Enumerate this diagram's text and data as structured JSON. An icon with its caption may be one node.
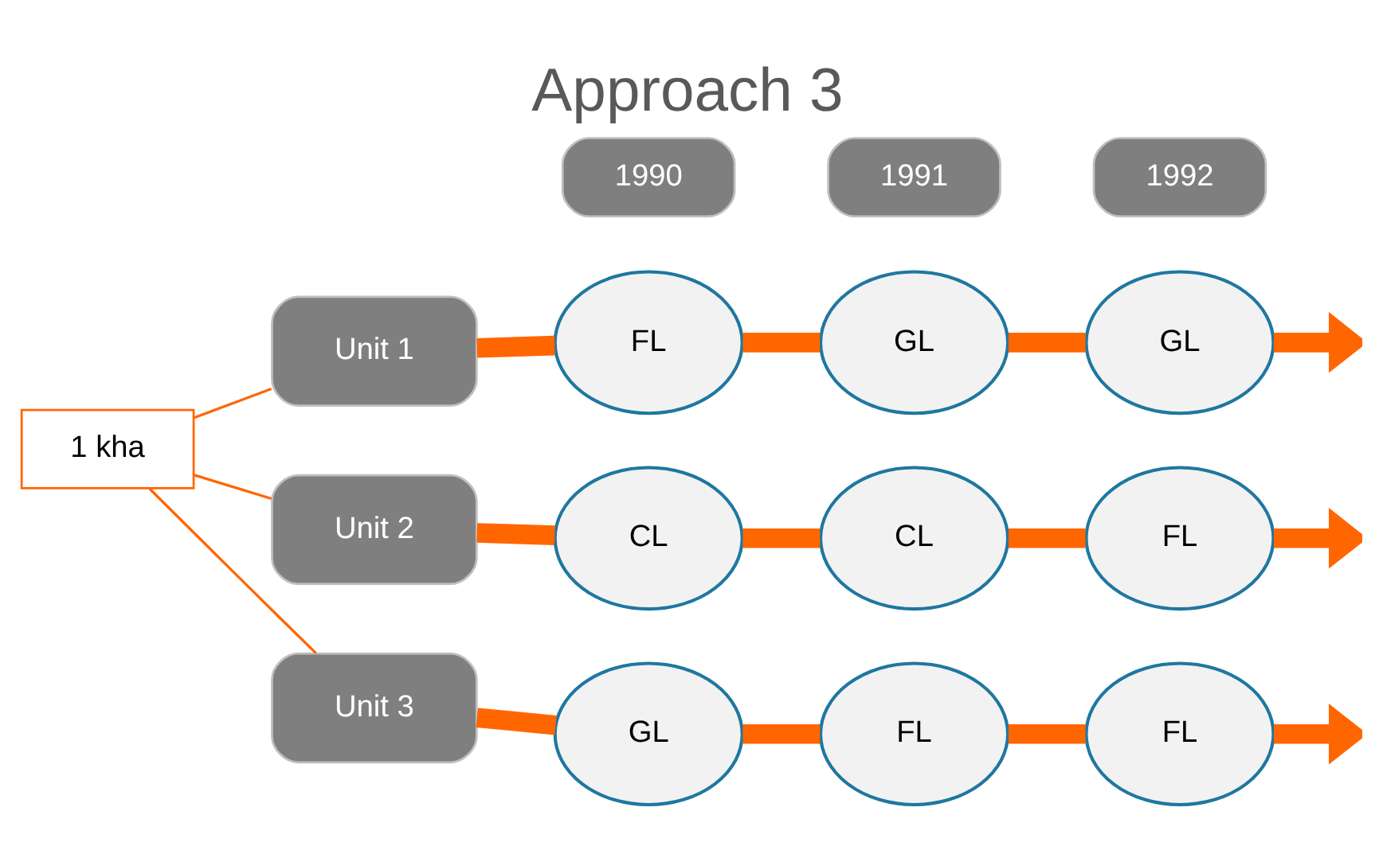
{
  "diagram": {
    "title": "Approach 3",
    "nodes": [
      {
        "text": [
          "1990"
        ]
      },
      {
        "text": [
          "1991"
        ]
      },
      {
        "text": [
          "1992"
        ]
      },
      {
        "text": [
          "1 kha"
        ]
      },
      {
        "text": [
          "Unit 1"
        ]
      },
      {
        "text": [
          "FL"
        ]
      },
      {
        "text": [
          "GL"
        ]
      },
      {
        "text": [
          "GL"
        ]
      },
      {
        "text": [
          "Unit 2"
        ]
      },
      {
        "text": [
          "CL"
        ]
      },
      {
        "text": [
          "CL"
        ]
      },
      {
        "text": [
          "FL"
        ]
      },
      {
        "text": [
          "Unit 3"
        ]
      },
      {
        "text": [
          "GL"
        ]
      },
      {
        "text": [
          "FL"
        ]
      },
      {
        "text": [
          "FL"
        ]
      }
    ],
    "edges": [
      {
        "from": 3,
        "to": 4,
        "arrow": "none"
      },
      {
        "from": 3,
        "to": 8,
        "arrow": "none"
      },
      {
        "from": 3,
        "to": 12,
        "arrow": "none"
      },
      {
        "from": 4,
        "to": 5,
        "arrow": "none"
      },
      {
        "from": 5,
        "to": 6,
        "arrow": "none"
      },
      {
        "from": 6,
        "to": 7,
        "arrow": "none"
      },
      {
        "from": 7,
        "to": null,
        "arrow": "to"
      },
      {
        "from": 8,
        "to": 9,
        "arrow": "none"
      },
      {
        "from": 9,
        "to": 10,
        "arrow": "none"
      },
      {
        "from": 10,
        "to": 11,
        "arrow": "none"
      },
      {
        "from": 11,
        "to": null,
        "arrow": "to"
      },
      {
        "from": 12,
        "to": 13,
        "arrow": "none"
      },
      {
        "from": 13,
        "to": 14,
        "arrow": "none"
      },
      {
        "from": 14,
        "to": 15,
        "arrow": "none"
      },
      {
        "from": 15,
        "to": null,
        "arrow": "to"
      }
    ]
  }
}
